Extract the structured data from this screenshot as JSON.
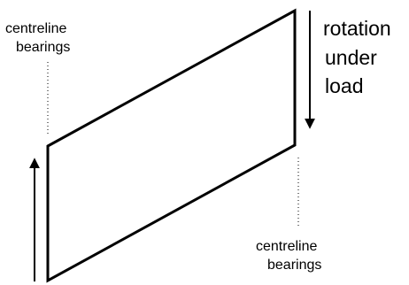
{
  "labels": {
    "top_left_line1": "centreline",
    "top_left_line2": "bearings",
    "rotation_line1": "rotation",
    "rotation_line2": "under",
    "rotation_line3": "load",
    "bottom_right_line1": "centreline",
    "bottom_right_line2": "bearings"
  },
  "colors": {
    "stroke": "#000000",
    "background": "#ffffff"
  }
}
